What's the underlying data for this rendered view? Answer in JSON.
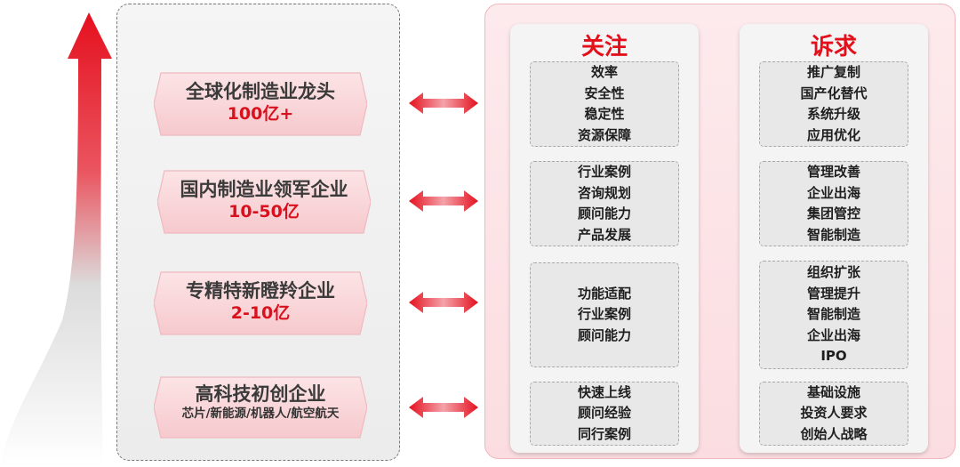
{
  "colors": {
    "accent_red": "#e3101c",
    "tier_red": "#d9101e",
    "panel_pink": "#fdeaec"
  },
  "tiers": [
    {
      "title": "全球化制造业龙头",
      "sub": "100亿+"
    },
    {
      "title": "国内制造业领军企业",
      "sub": "10-50亿"
    },
    {
      "title": "专精特新瞪羚企业",
      "sub": "2-10亿"
    },
    {
      "title": "高科技初创企业",
      "sub": "芯片/新能源/机器人/航空航天"
    }
  ],
  "focus": {
    "title": "关注",
    "groups": [
      [
        "效率",
        "安全性",
        "稳定性",
        "资源保障"
      ],
      [
        "行业案例",
        "咨询规划",
        "顾问能力",
        "产品发展"
      ],
      [
        "功能适配",
        "行业案例",
        "顾问能力"
      ],
      [
        "快速上线",
        "顾问经验",
        "同行案例"
      ]
    ]
  },
  "demand": {
    "title": "诉求",
    "groups": [
      [
        "推广复制",
        "国产化替代",
        "系统升级",
        "应用优化"
      ],
      [
        "管理改善",
        "企业出海",
        "集团管控",
        "智能制造"
      ],
      [
        "组织扩张",
        "管理提升",
        "智能制造",
        "企业出海",
        "IPO"
      ],
      [
        "基础设施",
        "投资人要求",
        "创始人战略"
      ]
    ]
  }
}
